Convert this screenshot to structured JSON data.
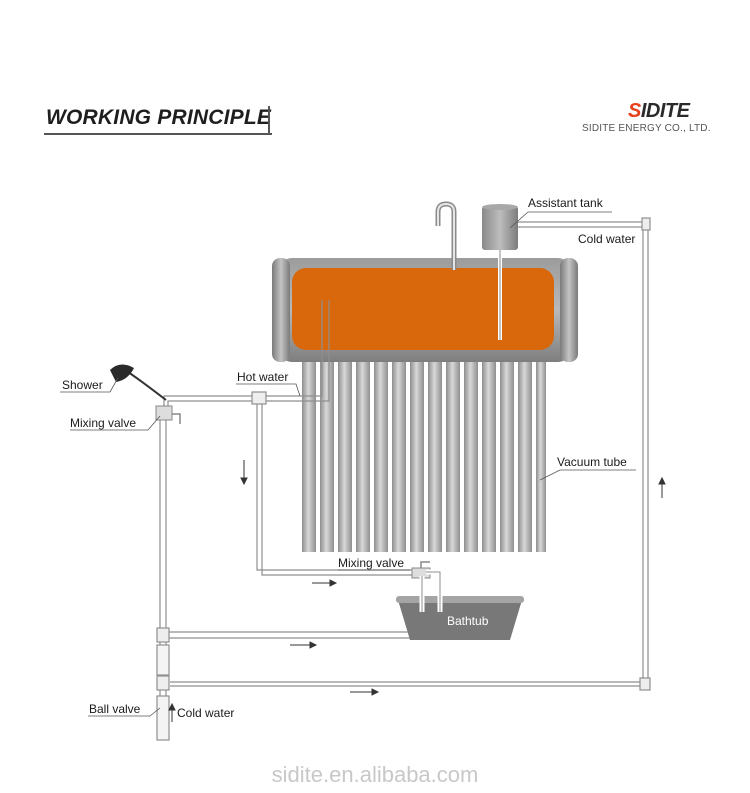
{
  "header": {
    "title": "WORKING PRINCIPLE",
    "logo_text": "SIDITE",
    "company": "SIDITE ENERGY CO., LTD."
  },
  "labels": {
    "assistant_tank": "Assistant tank",
    "cold_water_top": "Cold water",
    "hot_water": "Hot water",
    "shower": "Shower",
    "mixing_valve_left": "Mixing valve",
    "vacuum_tube": "Vacuum tube",
    "mixing_valve_bath": "Mixing valve",
    "bathtub": "Bathtub",
    "ball_valve": "Ball valve",
    "cold_water_bottom": "Cold water"
  },
  "footer": {
    "watermark": "sidite.en.alibaba.com"
  },
  "colors": {
    "tank_fill": "#d9680c",
    "tank_shell": "#8c8c8c",
    "pipe": "#9a9a9a",
    "accent": "#e8401c"
  }
}
